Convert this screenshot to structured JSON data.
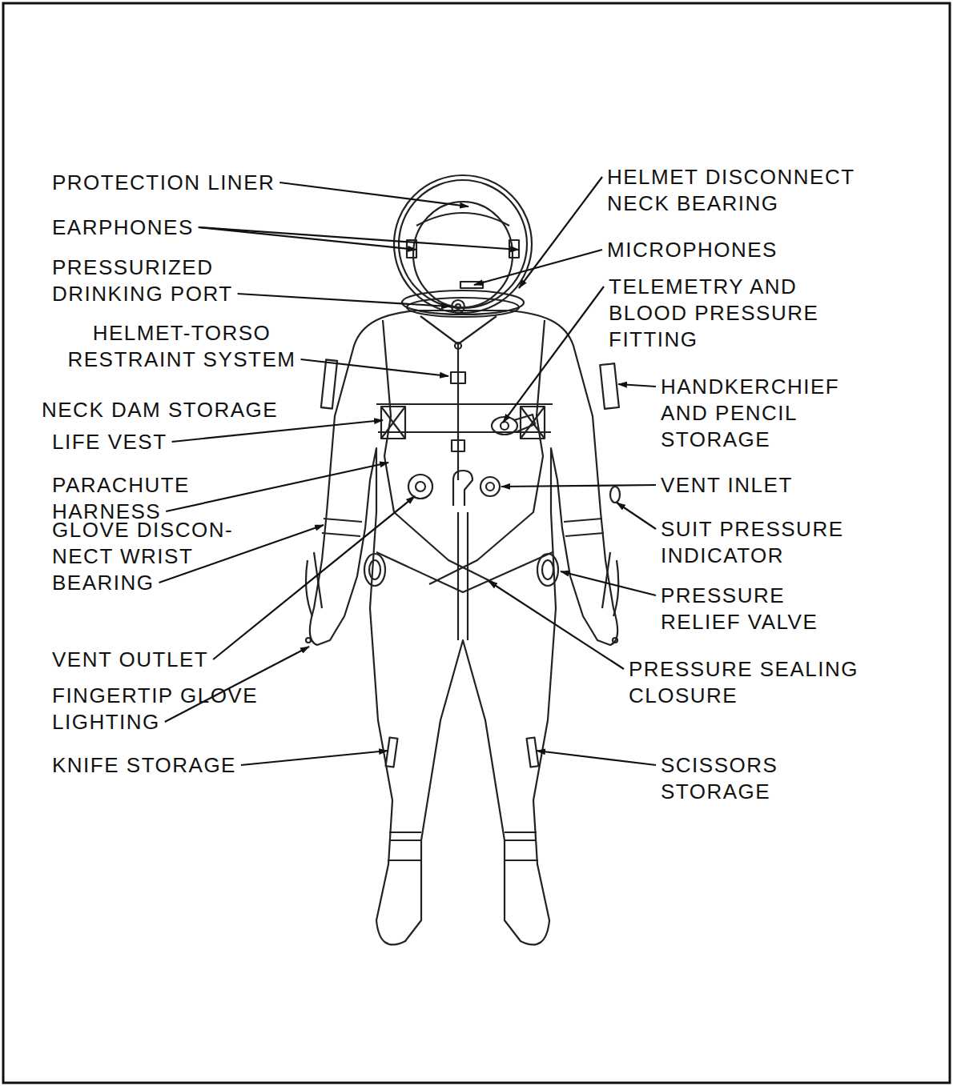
{
  "diagram": {
    "labels": [
      "PROTECTION LINER",
      "EARPHONES",
      "PRESSURIZED DRINKING PORT",
      "HELMET-TORSO RESTRAINT SYSTEM",
      "NECK DAM STORAGE",
      "LIFE VEST",
      "PARACHUTE HARNESS",
      "GLOVE DISCON- NECT WRIST BEARING",
      "VENT OUTLET",
      "FINGERTIP GLOVE LIGHTING",
      "KNIFE STORAGE",
      "HELMET DISCONNECT NECK BEARING",
      "MICROPHONES",
      "TELEMETRY AND BLOOD PRESSURE FITTING",
      "HANDKERCHIEF AND PENCIL STORAGE",
      "VENT INLET",
      "SUIT PRESSURE INDICATOR",
      "PRESSURE RELIEF VALVE",
      "PRESSURE SEALING CLOSURE",
      "SCISSORS STORAGE"
    ]
  }
}
